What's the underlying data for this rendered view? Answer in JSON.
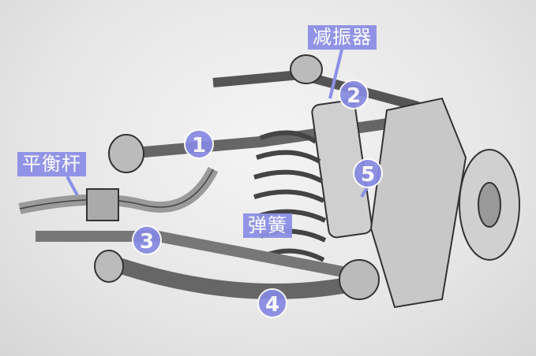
{
  "labels": {
    "shock_absorber": "减振器",
    "stabilizer_bar": "平衡杆",
    "spring": "弹簧"
  },
  "markers": [
    "1",
    "2",
    "3",
    "4",
    "5"
  ],
  "colors": {
    "label_bg": "#8d90e6",
    "marker_bg": "#8689e2"
  }
}
